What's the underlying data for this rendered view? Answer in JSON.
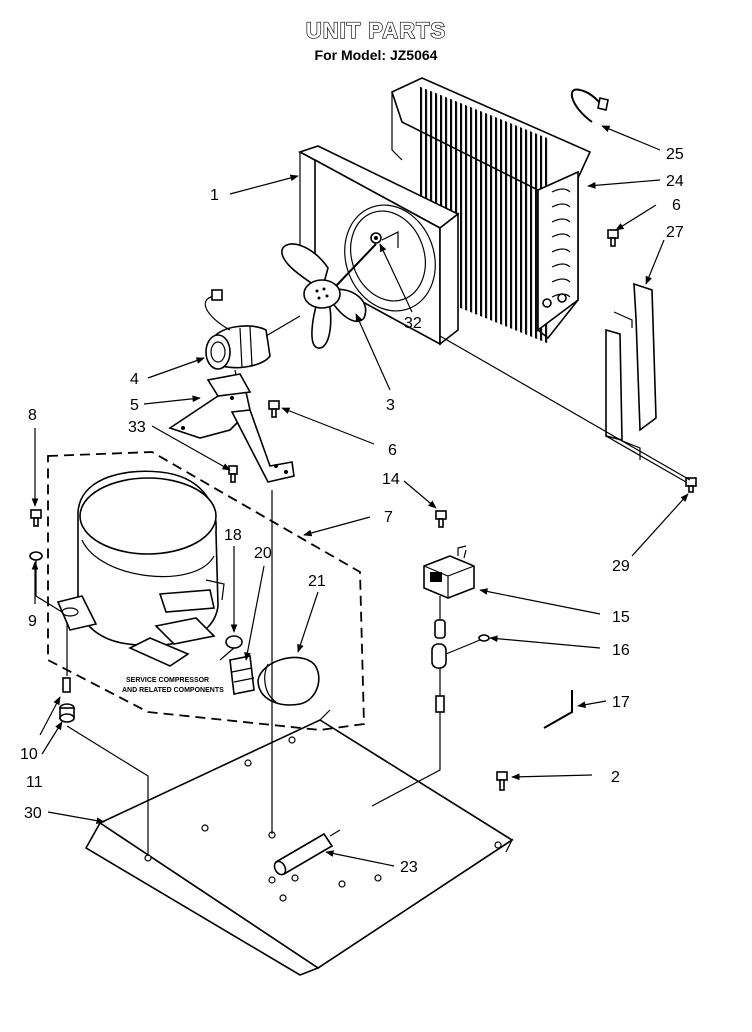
{
  "header": {
    "title": "UNIT PARTS",
    "subtitle": "For Model: JZ5064"
  },
  "callouts": [
    "1",
    "2",
    "3",
    "4",
    "5",
    "6",
    "6",
    "7",
    "8",
    "9",
    "10",
    "11",
    "14",
    "15",
    "16",
    "17",
    "18",
    "20",
    "21",
    "23",
    "24",
    "25",
    "27",
    "29",
    "30",
    "32",
    "33"
  ],
  "note": {
    "line1": "SERVICE COMPRESSOR",
    "line2": "AND RELATED COMPONENTS"
  }
}
